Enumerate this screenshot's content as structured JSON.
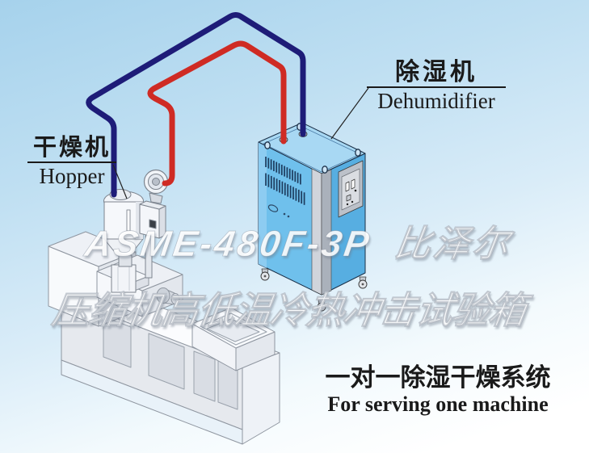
{
  "labels": {
    "hopper": {
      "zh": "干燥机",
      "en": "Hopper"
    },
    "dehumidifier": {
      "zh": "除湿机",
      "en": "Dehumidifier"
    }
  },
  "caption": {
    "zh": "一对一除湿干燥系统",
    "en": "For serving one machine"
  },
  "watermark": {
    "line1": "ASME-480F-3P  比泽尔",
    "line2": "压缩机高低温冷热冲击试验箱"
  },
  "colors": {
    "background_top": "#a6d2ec",
    "background_bottom": "#ffffff",
    "hose_return_blue": "#1e1c78",
    "hose_supply_red": "#cf2b24",
    "dehumidifier_top": "#a8d8f3",
    "dehumidifier_left": "#6fc0ec",
    "dehumidifier_right": "#57aee1",
    "label_text": "#1a1a1a",
    "watermark_text": "#ffffff"
  }
}
